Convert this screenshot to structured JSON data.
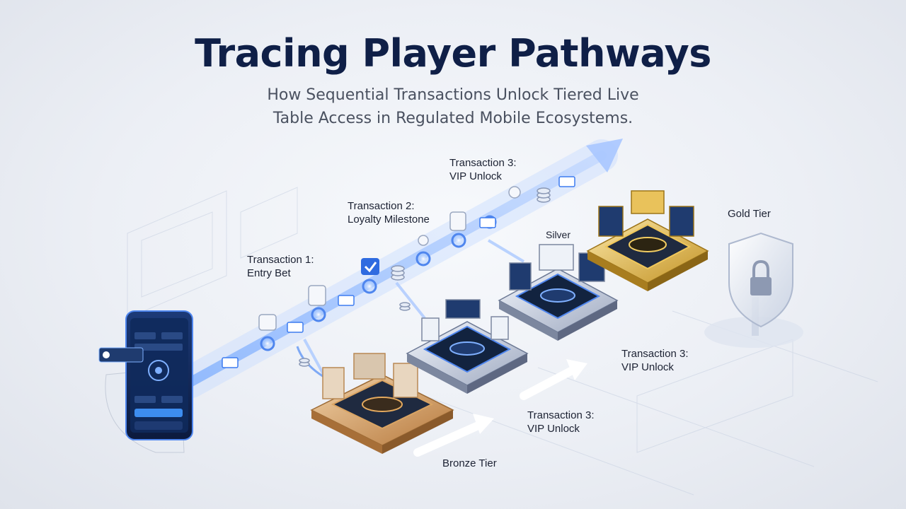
{
  "header": {
    "title": "Tracing Player Pathways",
    "subtitle_line1": "How Sequential Transactions Unlock Tiered Live",
    "subtitle_line2": "Table Access in Regulated Mobile Ecosystems."
  },
  "labels": {
    "t1_line1": "Transaction 1:",
    "t1_line2": "Entry Bet",
    "t2_line1": "Transaction 2:",
    "t2_line2": "Loyalty Milestone",
    "t3_top_line1": "Transaction 3:",
    "t3_top_line2": "VIP Unlock",
    "t3_right_line1": "Transaction 3:",
    "t3_right_line2": "VIP Unlock",
    "t3_bottom_line1": "Transaction 3:",
    "t3_bottom_line2": "VIP Unlock",
    "silver": "Silver",
    "gold": "Gold Tier",
    "bronze": "Bronze Tier"
  },
  "colors": {
    "title": "#0f1f47",
    "path_glow": "#8fb8ff",
    "node_blue": "#3d7cf0",
    "bronze": "#c98a4a",
    "silver": "#9aa6bd",
    "gold": "#d8ac3c",
    "platform_blue": "#2a6fd6"
  },
  "icons": [
    "phone-icon",
    "check-icon",
    "coin-stack-icon",
    "card-icon",
    "shield-lock-icon",
    "arrow-up-icon"
  ]
}
